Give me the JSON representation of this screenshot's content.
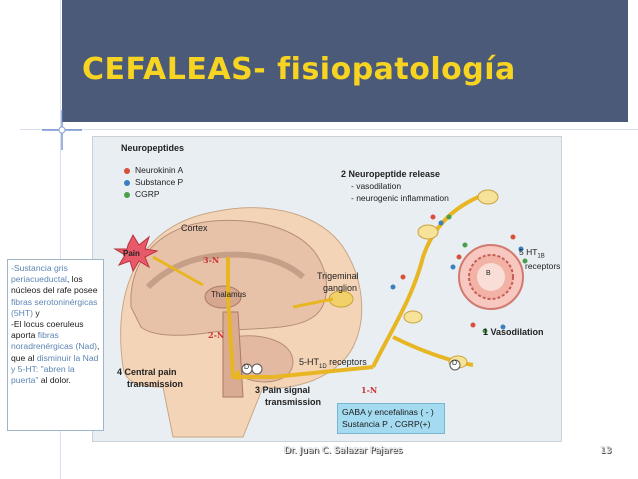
{
  "slide": {
    "title": "CEFALEAS-  fisiopatología",
    "footer": "Dr. Juan C. Salazar Pajares",
    "page_number": "13"
  },
  "figure": {
    "legend_title": "Neuropeptides",
    "legend_items": [
      {
        "label": "Neurokinin A",
        "color": "#d9503a"
      },
      {
        "label": "Substance P",
        "color": "#3a7fbf"
      },
      {
        "label": "CGRP",
        "color": "#4aa04a"
      }
    ],
    "step2_title": "2  Neuropeptide release",
    "step2_items": [
      "- vasodilation",
      "- neurogenic inflammation"
    ],
    "cortex": "Cortex",
    "pain": "Pain",
    "thalamus": "Thalamus",
    "trigeminal": "Trigeminal",
    "ganglion": "ganglion",
    "receptor_1b": "5 HT",
    "receptor_1b_sub": "1B",
    "receptors": "receptors",
    "step1": "1  Vasodilation",
    "receptor_1d": "5-HT",
    "receptor_1d_sub": "1D",
    "receptor_1d_suffix": " receptors",
    "step3_a": "3  Pain signal",
    "step3_b": "transmission",
    "step4_a": "4  Central pain",
    "step4_b": "transmission",
    "n3": "3-N",
    "n2": "2-N",
    "n1": "1-N",
    "d": "D",
    "b": "B"
  },
  "notes": {
    "left_box": {
      "p1_hl": "-Sustancia gris periacueductal",
      "p1_rest": ", los núcleos del rafe posee ",
      "p1_hl2": "fibras serotoninérgicas (5HT)",
      "p1_end": " y",
      "p2_a": "-El locus coeruleus aporta ",
      "p2_hl": "fibras noradrenérgicas (Nad)",
      "p2_b": ", que al ",
      "p2_hl2": "disminuir la Nad y 5-HT: \"abren la puerta\"",
      "p2_end": " al dolor."
    },
    "gaba_box": {
      "line1": "GABA y encefalinas  ( - )",
      "line2": "Sustancia P , CGRP(+)"
    }
  }
}
